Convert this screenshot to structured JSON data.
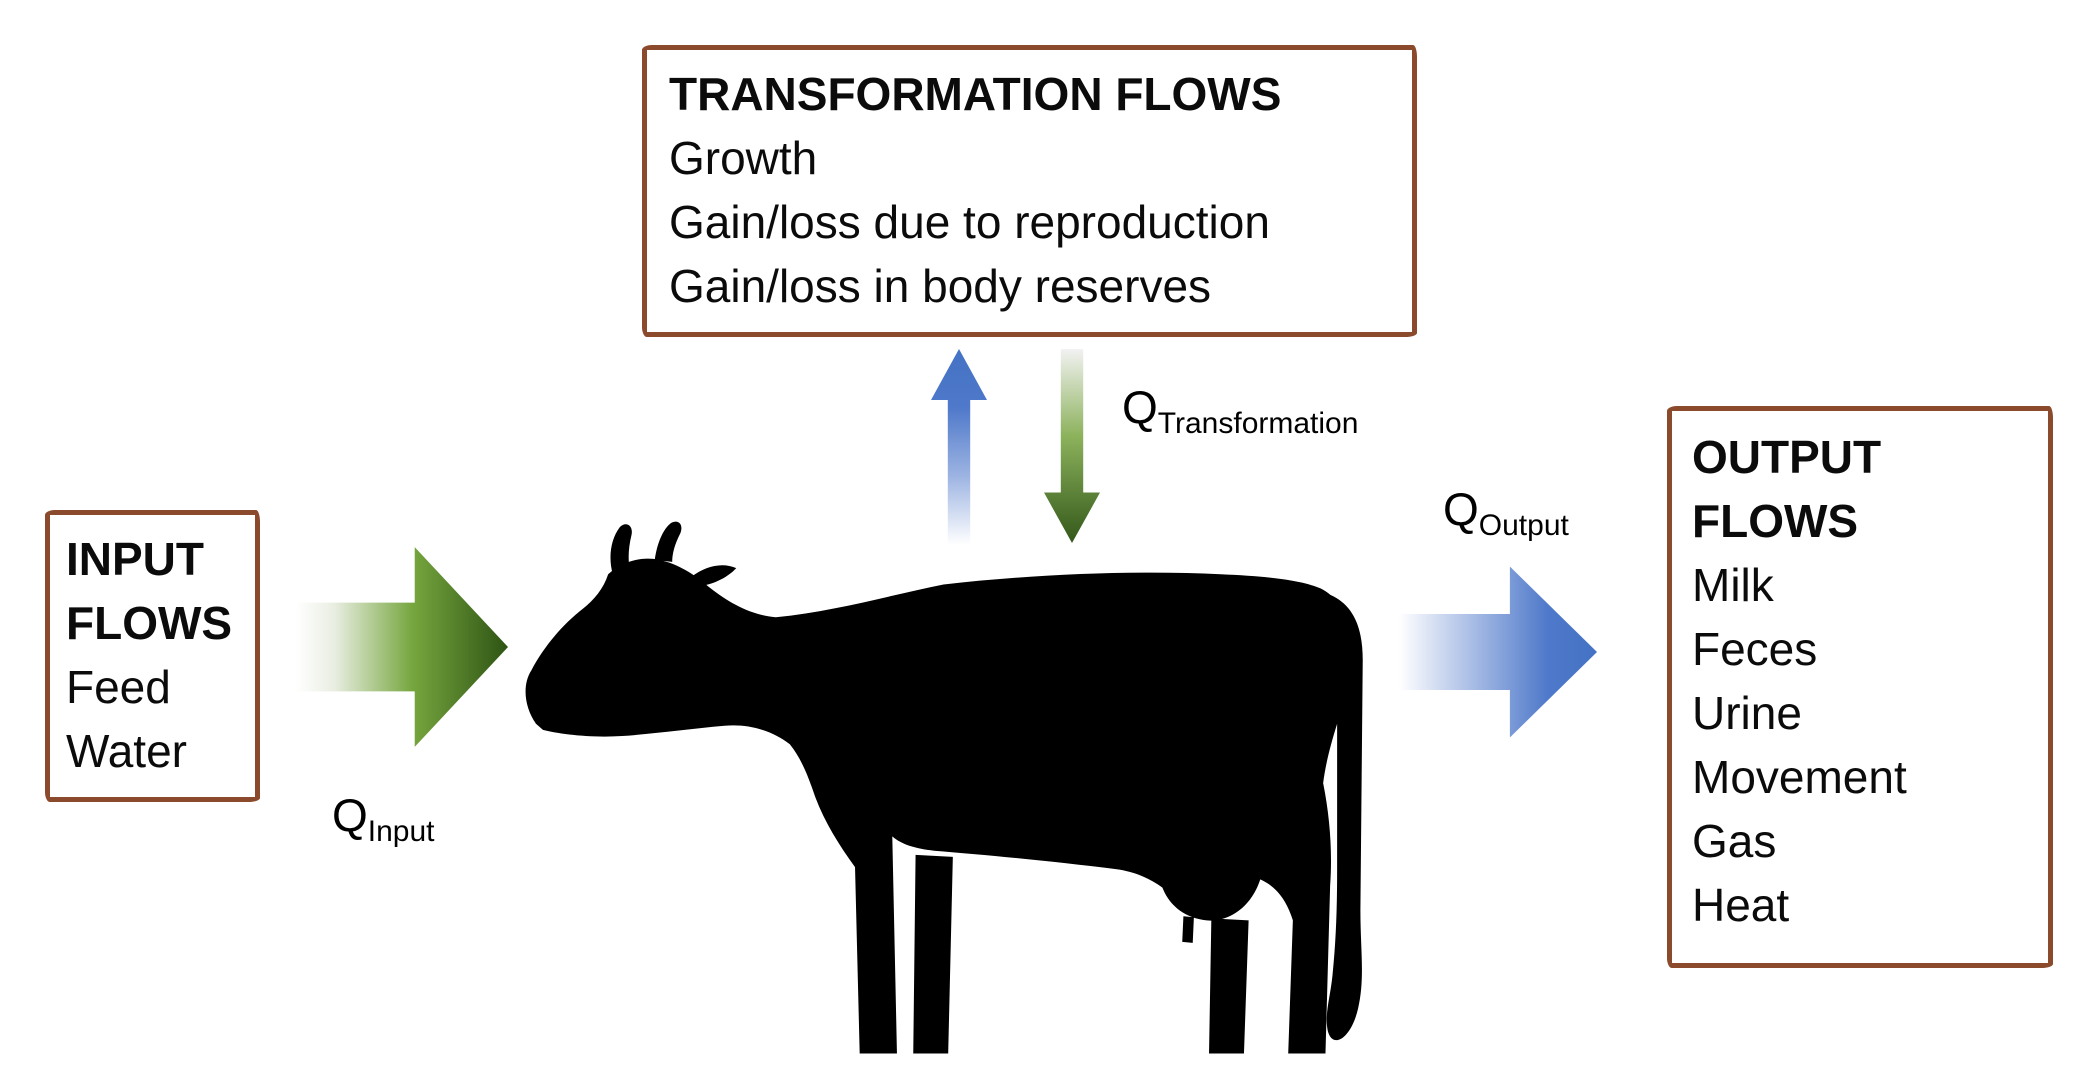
{
  "diagram": {
    "input_box": {
      "title": "INPUT FLOWS",
      "items": [
        "Feed",
        "Water"
      ]
    },
    "transformation_box": {
      "title": "TRANSFORMATION FLOWS",
      "items": [
        "Growth",
        "Gain/loss due to reproduction",
        "Gain/loss in body reserves"
      ]
    },
    "output_box": {
      "title": "OUTPUT FLOWS",
      "items": [
        "Milk",
        "Feces",
        "Urine",
        "Movement",
        "Gas",
        "Heat"
      ]
    },
    "flow_labels": {
      "input": {
        "symbol": "Q",
        "subscript": "Input"
      },
      "transformation": {
        "symbol": "Q",
        "subscript": "Transformation"
      },
      "output": {
        "symbol": "Q",
        "subscript": "Output"
      }
    },
    "colors": {
      "box_border": "#8a4a2b",
      "arrow_green_dark": "#2e5414",
      "arrow_green_mid": "#76a63e",
      "arrow_blue": "#4472c4",
      "cow_silhouette": "#000000",
      "background": "#ffffff",
      "text": "#000000"
    },
    "graphics": {
      "cow": "cow-silhouette",
      "input_arrow": "right-arrow-green-gradient",
      "transformation_up_arrow": "up-arrow-blue-gradient",
      "transformation_down_arrow": "down-arrow-green-gradient",
      "output_arrow": "right-arrow-blue-gradient"
    }
  }
}
